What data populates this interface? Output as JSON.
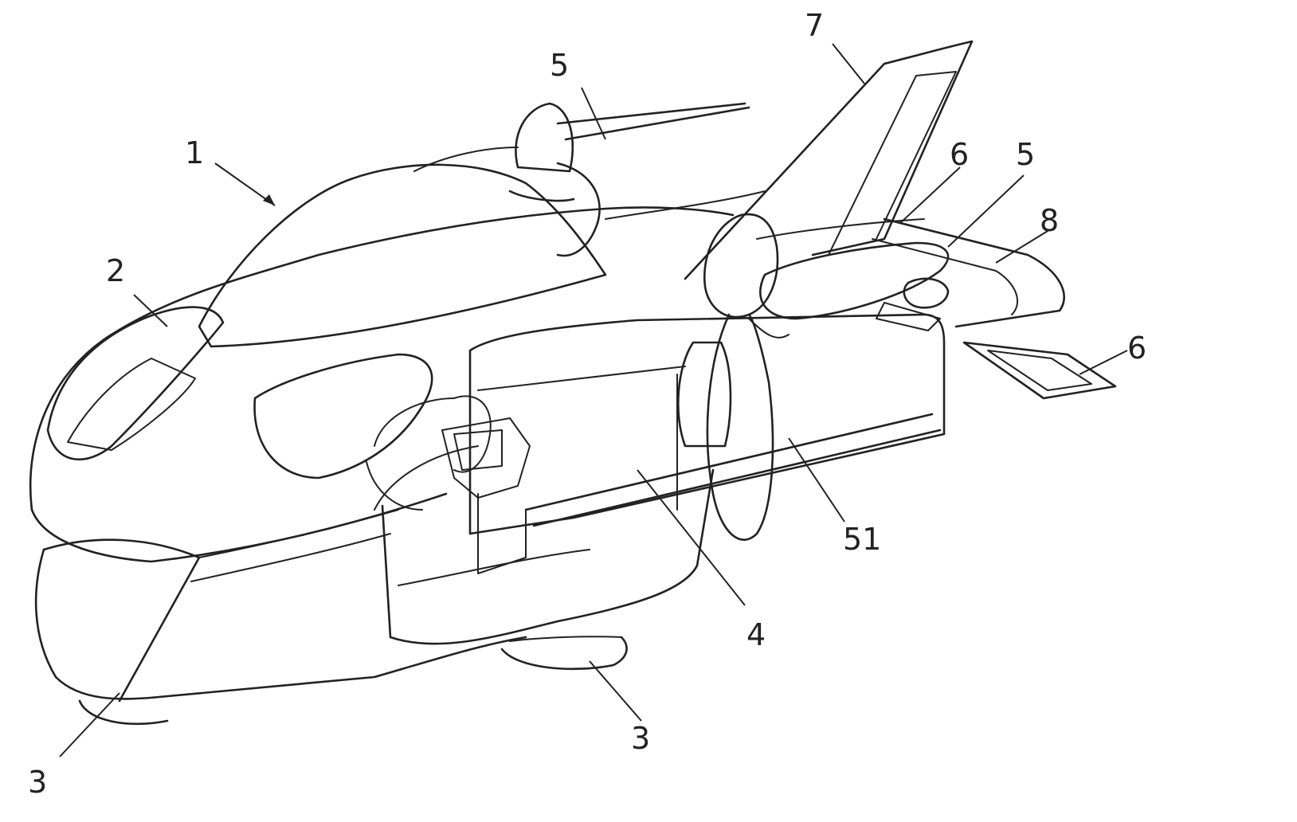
{
  "labels": {
    "body_arrow": "1",
    "canopy": "2",
    "wheel_front": "3",
    "wheel_mid": "3",
    "wing_module": "4",
    "rotor_top": "5",
    "rotor_rear": "5",
    "tail_flap_upper": "6",
    "tail_flap_lower": "6",
    "vertical_fin": "7",
    "tail_hub": "8",
    "propeller": "51"
  },
  "colors": {
    "line": "#222222",
    "background": "#ffffff"
  }
}
